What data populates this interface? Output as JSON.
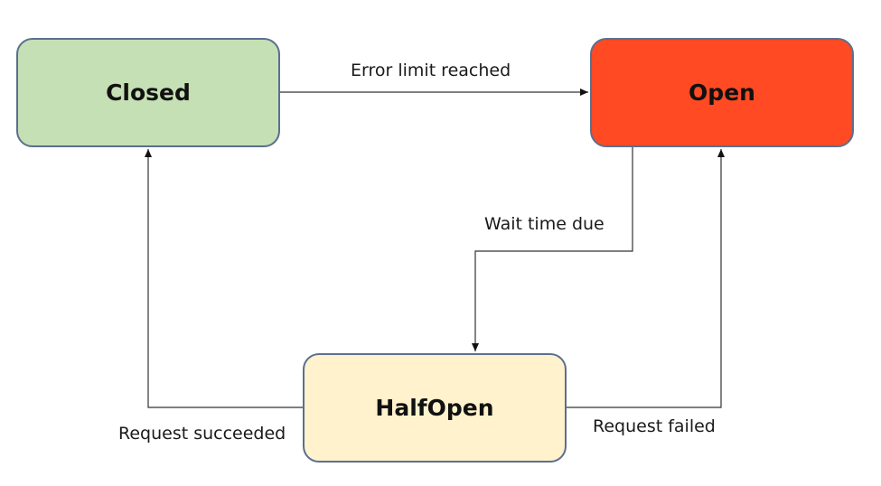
{
  "diagram": {
    "states": {
      "closed": {
        "label": "Closed",
        "fill": "#c5e0b4"
      },
      "open": {
        "label": "Open",
        "fill": "#ff4a24"
      },
      "halfopen": {
        "label": "HalfOpen",
        "fill": "#fff2cc"
      }
    },
    "transitions": {
      "error_limit": {
        "from": "Closed",
        "to": "Open",
        "label": "Error limit reached"
      },
      "wait_time": {
        "from": "Open",
        "to": "HalfOpen",
        "label": "Wait time due"
      },
      "request_succeeded": {
        "from": "HalfOpen",
        "to": "Closed",
        "label": "Request succeeded"
      },
      "request_failed": {
        "from": "HalfOpen",
        "to": "Open",
        "label": "Request failed"
      }
    },
    "colors": {
      "border": "#5b6f8f",
      "edge": "#333333"
    }
  }
}
